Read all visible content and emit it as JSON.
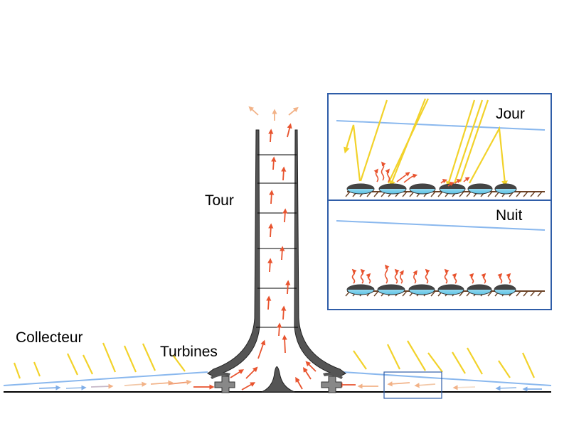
{
  "labels": {
    "tower": "Tour",
    "turbines": "Turbines",
    "collector": "Collecteur",
    "day": "Jour",
    "night": "Nuit"
  },
  "colors": {
    "hot_air": "#e8532e",
    "warm_air": "#f2b287",
    "cool_air": "#7faee8",
    "sun_ray": "#f2d22a",
    "collector_roof": "#8ab8ee",
    "inset_border": "#2f5da8",
    "water_tube": "#8ed8f0",
    "tube_cover": "#444444",
    "ground_soil": "#6b4226",
    "tower_wall": "#555555"
  },
  "icons": [
    "up-arrow-icon",
    "sun-ray-icon",
    "heat-wave-icon",
    "turbine-icon",
    "water-tube-icon"
  ]
}
